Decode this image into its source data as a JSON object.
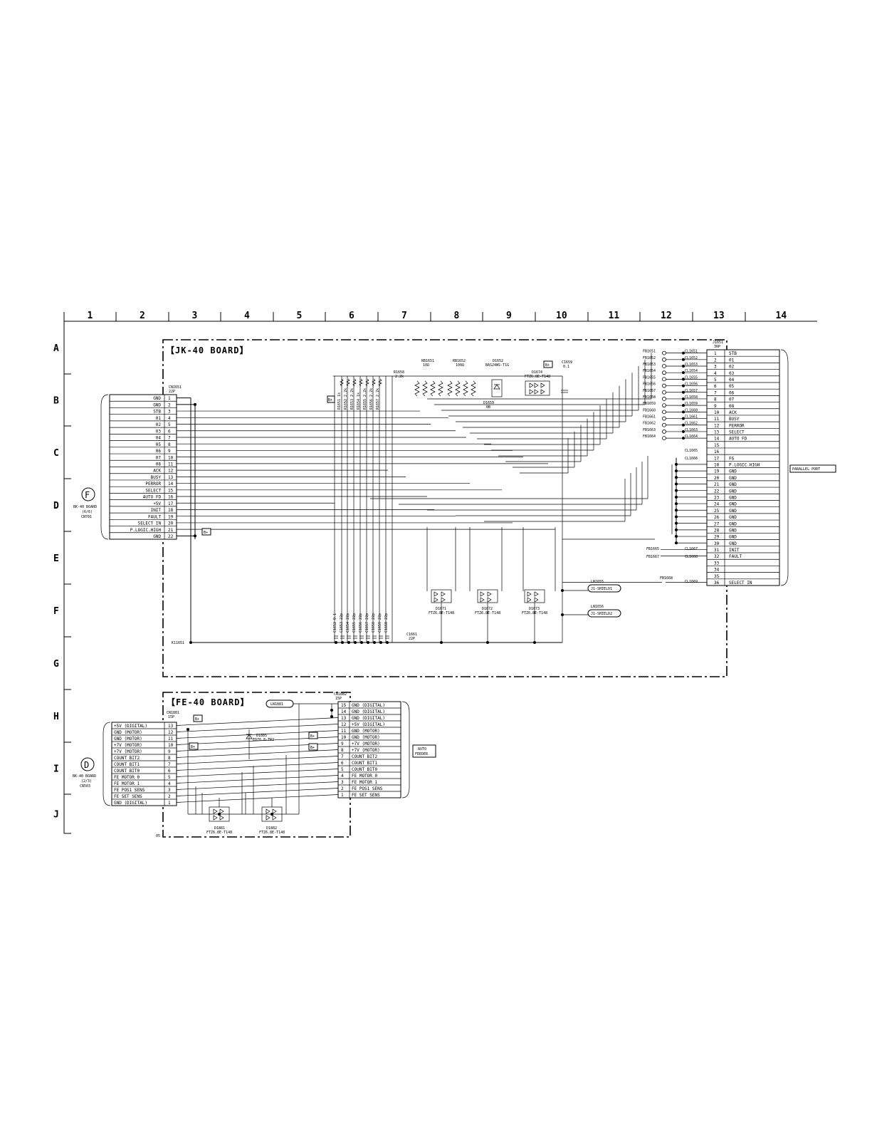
{
  "grid": {
    "columns": [
      "1",
      "2",
      "3",
      "4",
      "5",
      "6",
      "7",
      "8",
      "9",
      "10",
      "11",
      "12",
      "13",
      "14"
    ],
    "rows": [
      "A",
      "B",
      "C",
      "D",
      "E",
      "F",
      "G",
      "H",
      "I",
      "J"
    ]
  },
  "jk_board": {
    "title": "【JK-40 BOARD】",
    "left_connector": {
      "ref": "CN1651",
      "pins_label": "22P",
      "signals": [
        "GND",
        "GND",
        "STB",
        "01",
        "02",
        "03",
        "04",
        "05",
        "06",
        "07",
        "08",
        "ACK",
        "BUSY",
        "PERROR",
        "SELECT",
        "AUTO FD",
        "+5V",
        "INIT",
        "FAULT",
        "SELECT IN",
        "P.LOGIC.HIGH",
        "GND"
      ],
      "pins": [
        "1",
        "2",
        "3",
        "4",
        "5",
        "6",
        "7",
        "8",
        "9",
        "10",
        "11",
        "12",
        "13",
        "14",
        "15",
        "16",
        "17",
        "18",
        "19",
        "20",
        "21",
        "22"
      ]
    },
    "source": {
      "symbol": "F",
      "line1": "BK-40 BOARD",
      "line2": "(6/6)",
      "line3": "CN701"
    },
    "right_connector": {
      "ref": "J1651",
      "pins_label": "36P",
      "pins": [
        "1",
        "2",
        "3",
        "4",
        "5",
        "6",
        "7",
        "8",
        "9",
        "10",
        "11",
        "12",
        "13",
        "14",
        "15",
        "16",
        "17",
        "18",
        "19",
        "20",
        "21",
        "22",
        "23",
        "24",
        "25",
        "26",
        "27",
        "28",
        "29",
        "30",
        "31",
        "32",
        "33",
        "34",
        "35",
        "36"
      ],
      "signals": [
        "STB",
        "01",
        "02",
        "03",
        "04",
        "05",
        "06",
        "07",
        "08",
        "ACK",
        "BUSY",
        "PERROR",
        "SELECT",
        "AUTO FD",
        "",
        "",
        "FG",
        "P.LOGIC.HIGH",
        "GND",
        "GND",
        "GND",
        "GND",
        "GND",
        "GND",
        "GND",
        "GND",
        "GND",
        "GND",
        "GND",
        "GND",
        "INIT",
        "FAULT",
        "",
        "",
        "",
        "SELECT IN"
      ]
    },
    "port_label": "PARALLEL PORT",
    "ferrite_beads": [
      "FB1651",
      "FB1652",
      "FB1653",
      "FB1654",
      "FB1655",
      "FB1656",
      "FB1657",
      "FB1658",
      "FB1659",
      "FB1660",
      "FB1661",
      "FB1662",
      "FB1663",
      "FB1664"
    ],
    "inductors": [
      "CL1651",
      "CL1652",
      "CL1653",
      "CL1654",
      "CL1655",
      "CL1656",
      "CL1657",
      "CL1658",
      "CL1659",
      "CL1660",
      "CL1661",
      "CL1662",
      "CL1663",
      "CL1664"
    ],
    "lower_parts": {
      "fb_665": "FB1665",
      "fb_667": "FB1667",
      "fb_668": "FB1668",
      "cl_665": "CL1665",
      "cl_666": "CL1666",
      "cl_667": "CL1667",
      "cl_668": "CL1668",
      "cl_669": "CL1669"
    },
    "resistor_arrays": [
      {
        "ref": "RB1651",
        "value": "10Ω"
      },
      {
        "ref": "RB1652",
        "value": "100Ω"
      }
    ],
    "diode_d1652": {
      "ref": "D1652",
      "part": "BAS24WS-T1G"
    },
    "cap_c1659": {
      "ref": "C1659",
      "value": "0.1"
    },
    "d1674": {
      "ref": "D1674",
      "part": "FTZ6.8E-T148"
    },
    "r1658": {
      "ref": "R1658",
      "value": "2.2k"
    },
    "d1659": {
      "ref": "D1659",
      "value": "0B"
    },
    "pullups": [
      "R1651 1k",
      "R1652 2.2k",
      "R1653 2.2k",
      "R1654 1k",
      "R1655 2.2k",
      "R1656 2.2k",
      "R1657 2.2k"
    ],
    "caps_bottom": [
      "C1652 0.1",
      "C1653 22p",
      "C1654 22p",
      "C1655 22p",
      "C1656 22p",
      "C1657 22p",
      "C1658 22p",
      "C1659 22p",
      "C1660 22p"
    ],
    "c1661": {
      "ref": "C1661",
      "value": "22P"
    },
    "bottom_diodes": [
      {
        "ref": "D1671",
        "part": "FTZ6.8E-T148"
      },
      {
        "ref": "D1672",
        "part": "FTZ6.8E-T148"
      },
      {
        "ref": "D1673",
        "part": "FTZ6.8E-T148"
      }
    ],
    "shields": [
      {
        "ref": "LN1655",
        "label": "J1-SHIELD1"
      },
      {
        "ref": "LN1656",
        "label": "J1-SHIELD2"
      }
    ],
    "ground_node": "K11651",
    "b_plus": "B+"
  },
  "fe_board": {
    "title": "【FE-40 BOARD】",
    "left_connector": {
      "ref": "CN1881",
      "pins_label": "15P",
      "signals": [
        "+5V (DIGITAL)",
        "GND (MOTOR)",
        "GND (MOTOR)",
        "+7V (MOTOR)",
        "+7V (MOTOR)",
        "COUNT BIT2",
        "COUNT BIT1",
        "COUNT BIT0",
        "FE MOTOR 0",
        "FE MOTOR 1",
        "FE POS1 SENS",
        "FE SET SENS",
        "GND (DIGITAL)"
      ],
      "pins": [
        "13",
        "12",
        "11",
        "10",
        "9",
        "8",
        "7",
        "6",
        "5",
        "4",
        "3",
        "2",
        "1"
      ]
    },
    "source": {
      "symbol": "D",
      "line1": "BK-40 BOARD",
      "line2": "(2/3)",
      "line3": "CN503"
    },
    "right_connector": {
      "ref": "CN1882",
      "pins_label": "15P",
      "pins": [
        "15",
        "14",
        "13",
        "12",
        "11",
        "10",
        "9",
        "8",
        "7",
        "6",
        "5",
        "4",
        "3",
        "2",
        "1"
      ],
      "signals": [
        "GND (DIGITAL)",
        "GND (DIGITAL)",
        "GND (DIGITAL)",
        "+5V (DIGITAL)",
        "GND (MOTOR)",
        "GND (MOTOR)",
        "+7V (MOTOR)",
        "+7V (MOTOR)",
        "COUNT BIT2",
        "COUNT BIT1",
        "COUNT BIT0",
        "FE MOTOR 0",
        "FE MOTOR 1",
        "FE POS1 SENS",
        "FE SET SENS"
      ]
    },
    "ln_label": "LN1881",
    "d1885": {
      "ref": "D1885",
      "part": "EDZ6.8-TR2"
    },
    "d1881": {
      "ref": "D1881",
      "part": "FTZ6.8E-T148"
    },
    "d1882": {
      "ref": "D1882",
      "part": "FTZ6.8E-T148"
    },
    "output_label_1": "AUTO",
    "output_label_2": "FEEDER",
    "page_code": "05",
    "b_plus": "B+"
  }
}
